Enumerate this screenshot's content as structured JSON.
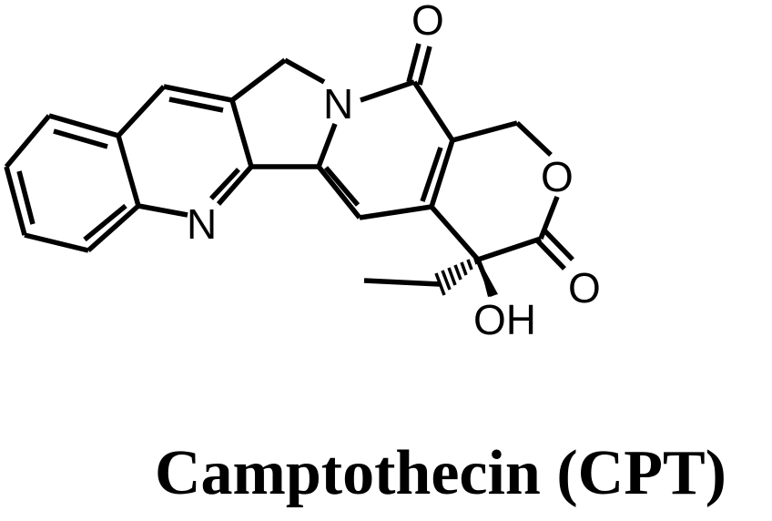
{
  "molecule": {
    "name": "Camptothecin (CPT)",
    "atoms": {
      "N1": "N",
      "N2": "N",
      "O_lactone": "O",
      "O_ketone": "O",
      "O_carbonyl": "O",
      "OH": "OH"
    }
  },
  "colors": {
    "ink": "#000000",
    "background": "#ffffff"
  }
}
